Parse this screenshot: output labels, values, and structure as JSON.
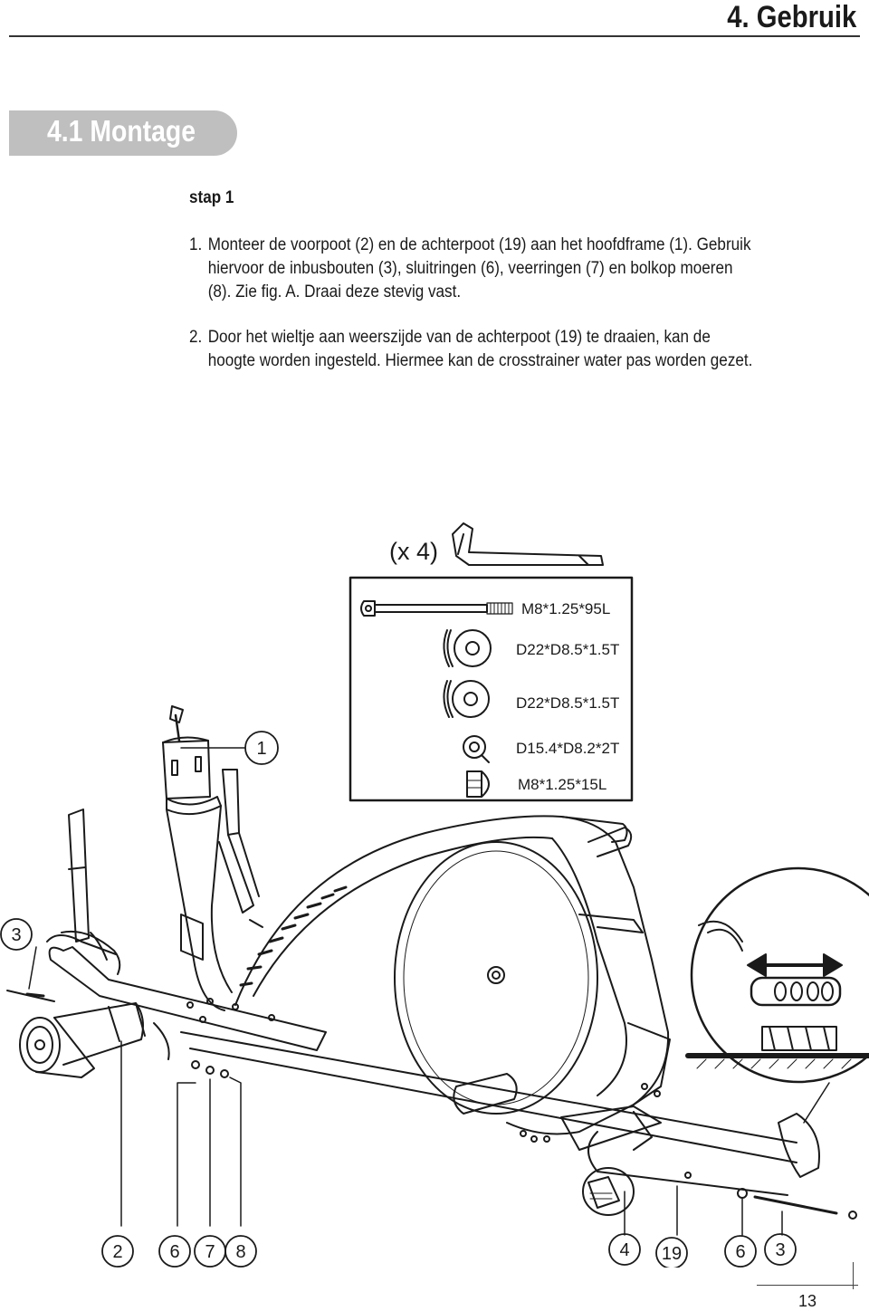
{
  "header": {
    "chapter_title": "4. Gebruik"
  },
  "section": {
    "title": "4.1 Montage"
  },
  "step": {
    "label": "stap 1"
  },
  "instructions": [
    {
      "num": "1.",
      "text": "Monteer de voorpoot (2) en de achterpoot (19) aan het hoofdframe (1). Gebruik hiervoor de inbusbouten (3), sluitringen (6), veerringen (7) en bolkop moeren (8). Zie fig. A. Draai deze stevig vast."
    },
    {
      "num": "2.",
      "text": "Door het wieltje aan weerszijde van de achterpoot (19) te draaien, kan de hoogte worden ingesteld. Hiermee kan de crosstrainer water pas worden gezet."
    }
  ],
  "figure": {
    "tool_quantity": "(x 4)",
    "parts_list": [
      "M8*1.25*95L",
      "D22*D8.5*1.5T",
      "D22*D8.5*1.5T",
      "D15.4*D8.2*2T",
      "M8*1.25*15L"
    ],
    "callouts": {
      "main_frame": "1",
      "bolt_left": "3",
      "front_leg": "2",
      "washer_left": "6",
      "spring_washer": "7",
      "nut": "8",
      "wheel": "4",
      "rear_leg": "19",
      "washer_right": "6",
      "bolt_right": "3"
    }
  },
  "footer": {
    "page_number": "13"
  }
}
